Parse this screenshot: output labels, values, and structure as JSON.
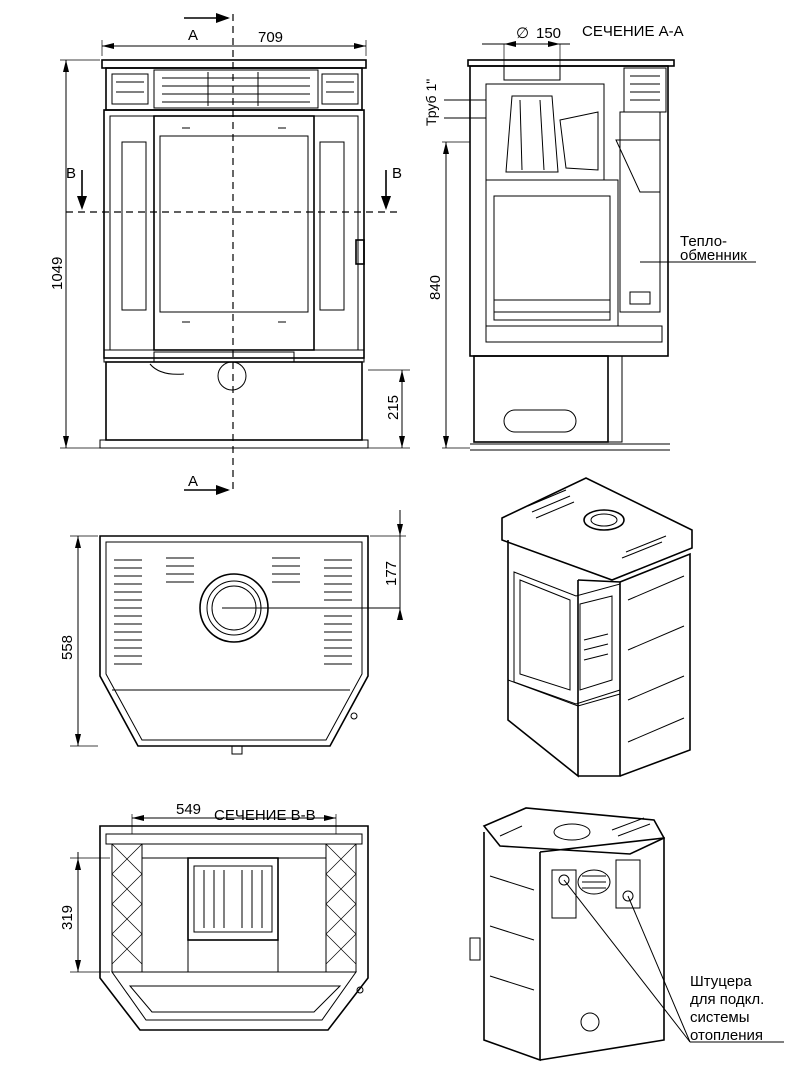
{
  "dims": {
    "top_width": "709",
    "height": "1049",
    "plinth": "215",
    "section_height": "840",
    "pipe_diameter": "150",
    "plan_depth": "558",
    "flue_offset": "177",
    "bb_width": "549",
    "bb_depth": "319"
  },
  "labels": {
    "section_aa": "СЕЧЕНИЕ А-А",
    "section_bb": "СЕЧЕНИЕ В-В",
    "section_letter_a": "A",
    "section_letter_b": "B",
    "pipe_label": "Труб 1\"",
    "heat_exchanger_line1": "Тепло-",
    "heat_exchanger_line2": "обменник",
    "fittings_line1": "Штуцера",
    "fittings_line2": "для подкл.",
    "fittings_line3": "системы",
    "fittings_line4": "отопления",
    "diameter_symbol": "∅"
  }
}
